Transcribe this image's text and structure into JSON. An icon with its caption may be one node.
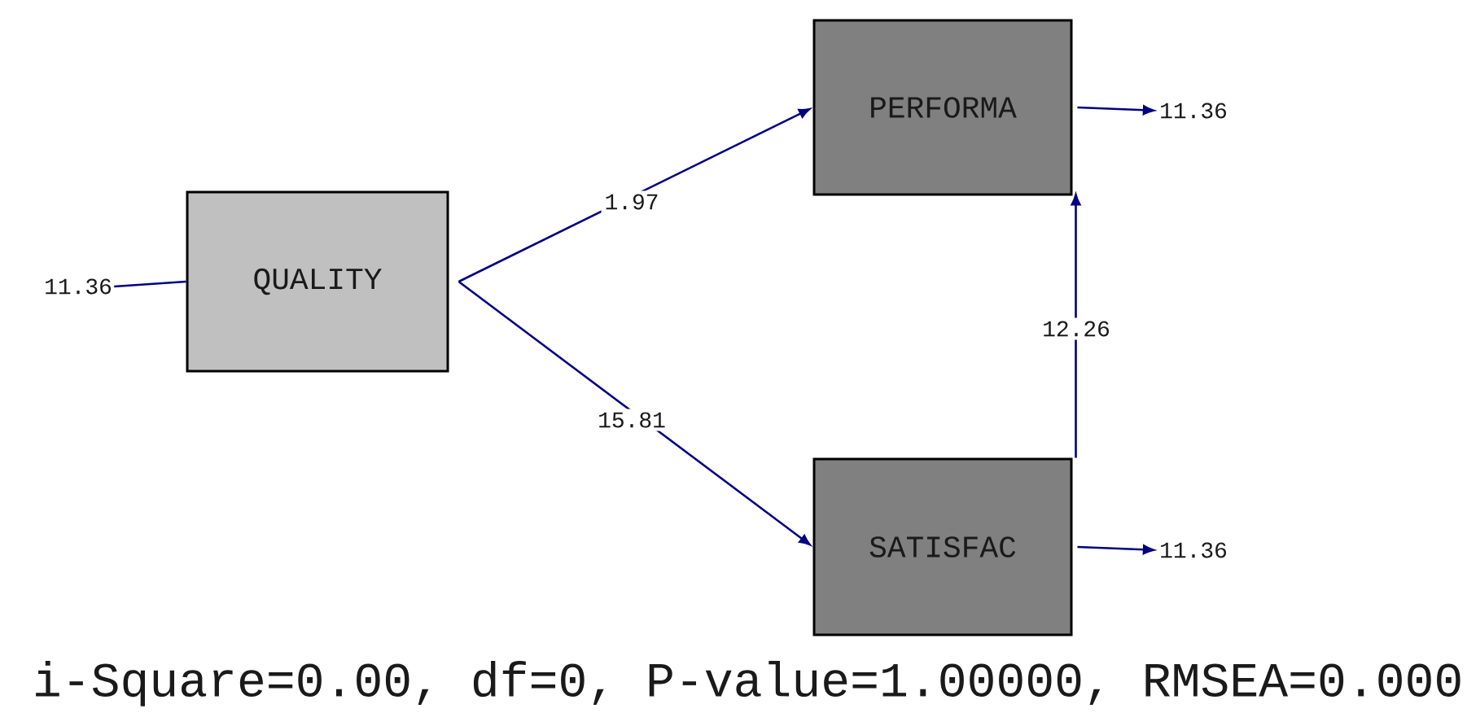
{
  "diagram": {
    "nodes": [
      {
        "text": [
          "QUALITY"
        ]
      },
      {
        "text": [
          "PERFORMA"
        ]
      },
      {
        "text": [
          "SATISFAC"
        ]
      },
      {
        "text": [
          "11.36"
        ]
      },
      {
        "text": [
          "11.36"
        ]
      },
      {
        "text": [
          "11.36"
        ]
      }
    ],
    "edges": [
      {
        "from": 0,
        "to": 1,
        "arrow": "to",
        "label": "1.97"
      },
      {
        "from": 0,
        "to": 2,
        "arrow": "to",
        "label": "15.81"
      },
      {
        "from": 2,
        "to": 1,
        "arrow": "to",
        "label": "12.26"
      },
      {
        "from": 3,
        "to": 0,
        "arrow": "none"
      },
      {
        "from": 1,
        "to": 4,
        "arrow": "to"
      },
      {
        "from": 2,
        "to": 5,
        "arrow": "to"
      }
    ],
    "labels": [
      "i-Square=0.00, df=0, P-value=1.00000, RMSEA=0.000"
    ]
  }
}
